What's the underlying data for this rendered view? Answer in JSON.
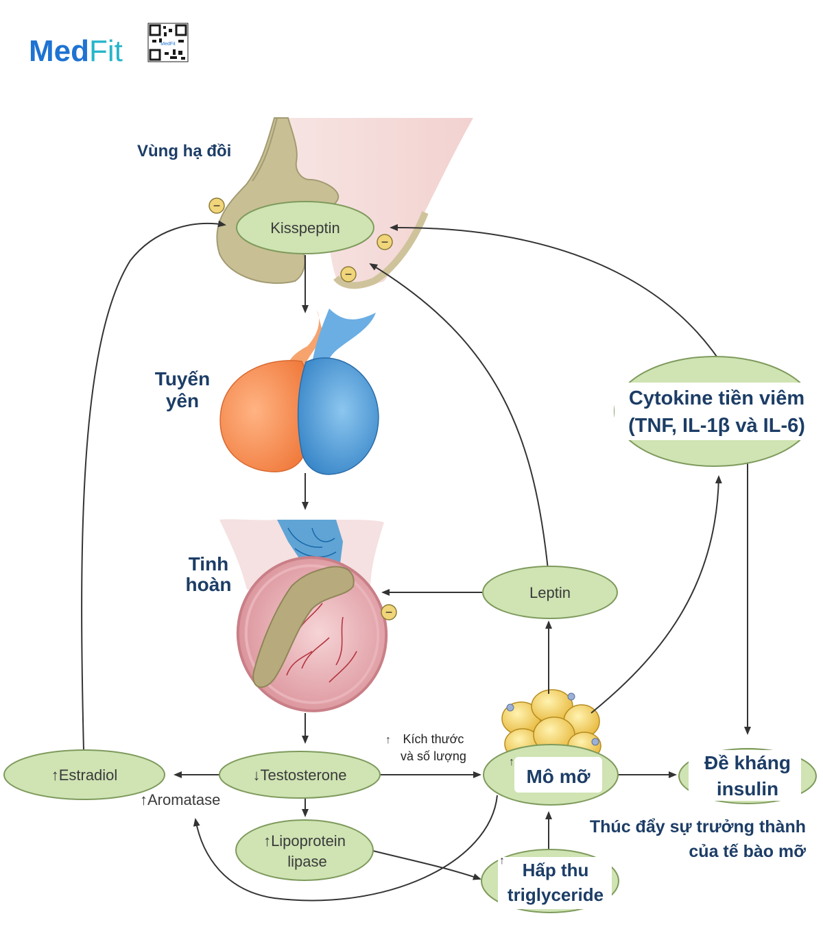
{
  "logo": {
    "brand_a": "Med",
    "brand_b": "Fit",
    "qr_caption": "MedFit"
  },
  "colors": {
    "node_fill": "#cfe3b3",
    "node_stroke": "#7e9a5c",
    "label_dark_blue": "#1c3d66",
    "arrow": "#333333",
    "brand_blue": "#1e73d2",
    "brand_teal": "#27b5c9",
    "inhibit_fill": "#f0d57a"
  },
  "labels": {
    "hypothalamus": "Vùng hạ đồi",
    "pituitary_line1": "Tuyến",
    "pituitary_line2": "yên",
    "testis_line1": "Tinh",
    "testis_line2": "hoàn",
    "size_line1": "Kích thước",
    "size_line2": "và số lượng",
    "aromatase": "Aromatase",
    "maturation_line1": "Thúc đẩy sự trưởng thành",
    "maturation_line2": "của tế bào mỡ"
  },
  "nodes": {
    "kisspeptin": "Kisspeptin",
    "leptin": "Leptin",
    "cytokine_line1": "Cytokine tiền viêm",
    "cytokine_line2": "(TNF, IL-1β và IL-6)",
    "estradiol": "Estradiol",
    "testosterone": "Testosterone",
    "adipose": "Mô mỡ",
    "insulin_line1": "Đề kháng",
    "insulin_line2": "insulin",
    "lipoprotein_line1": "Lipoprotein",
    "lipoprotein_line2": "lipase",
    "triglyceride_line1": "Hấp thu",
    "triglyceride_line2": "triglyceride"
  },
  "symbols": {
    "inhibit": "−",
    "increase": "↑",
    "decrease": "↓"
  }
}
